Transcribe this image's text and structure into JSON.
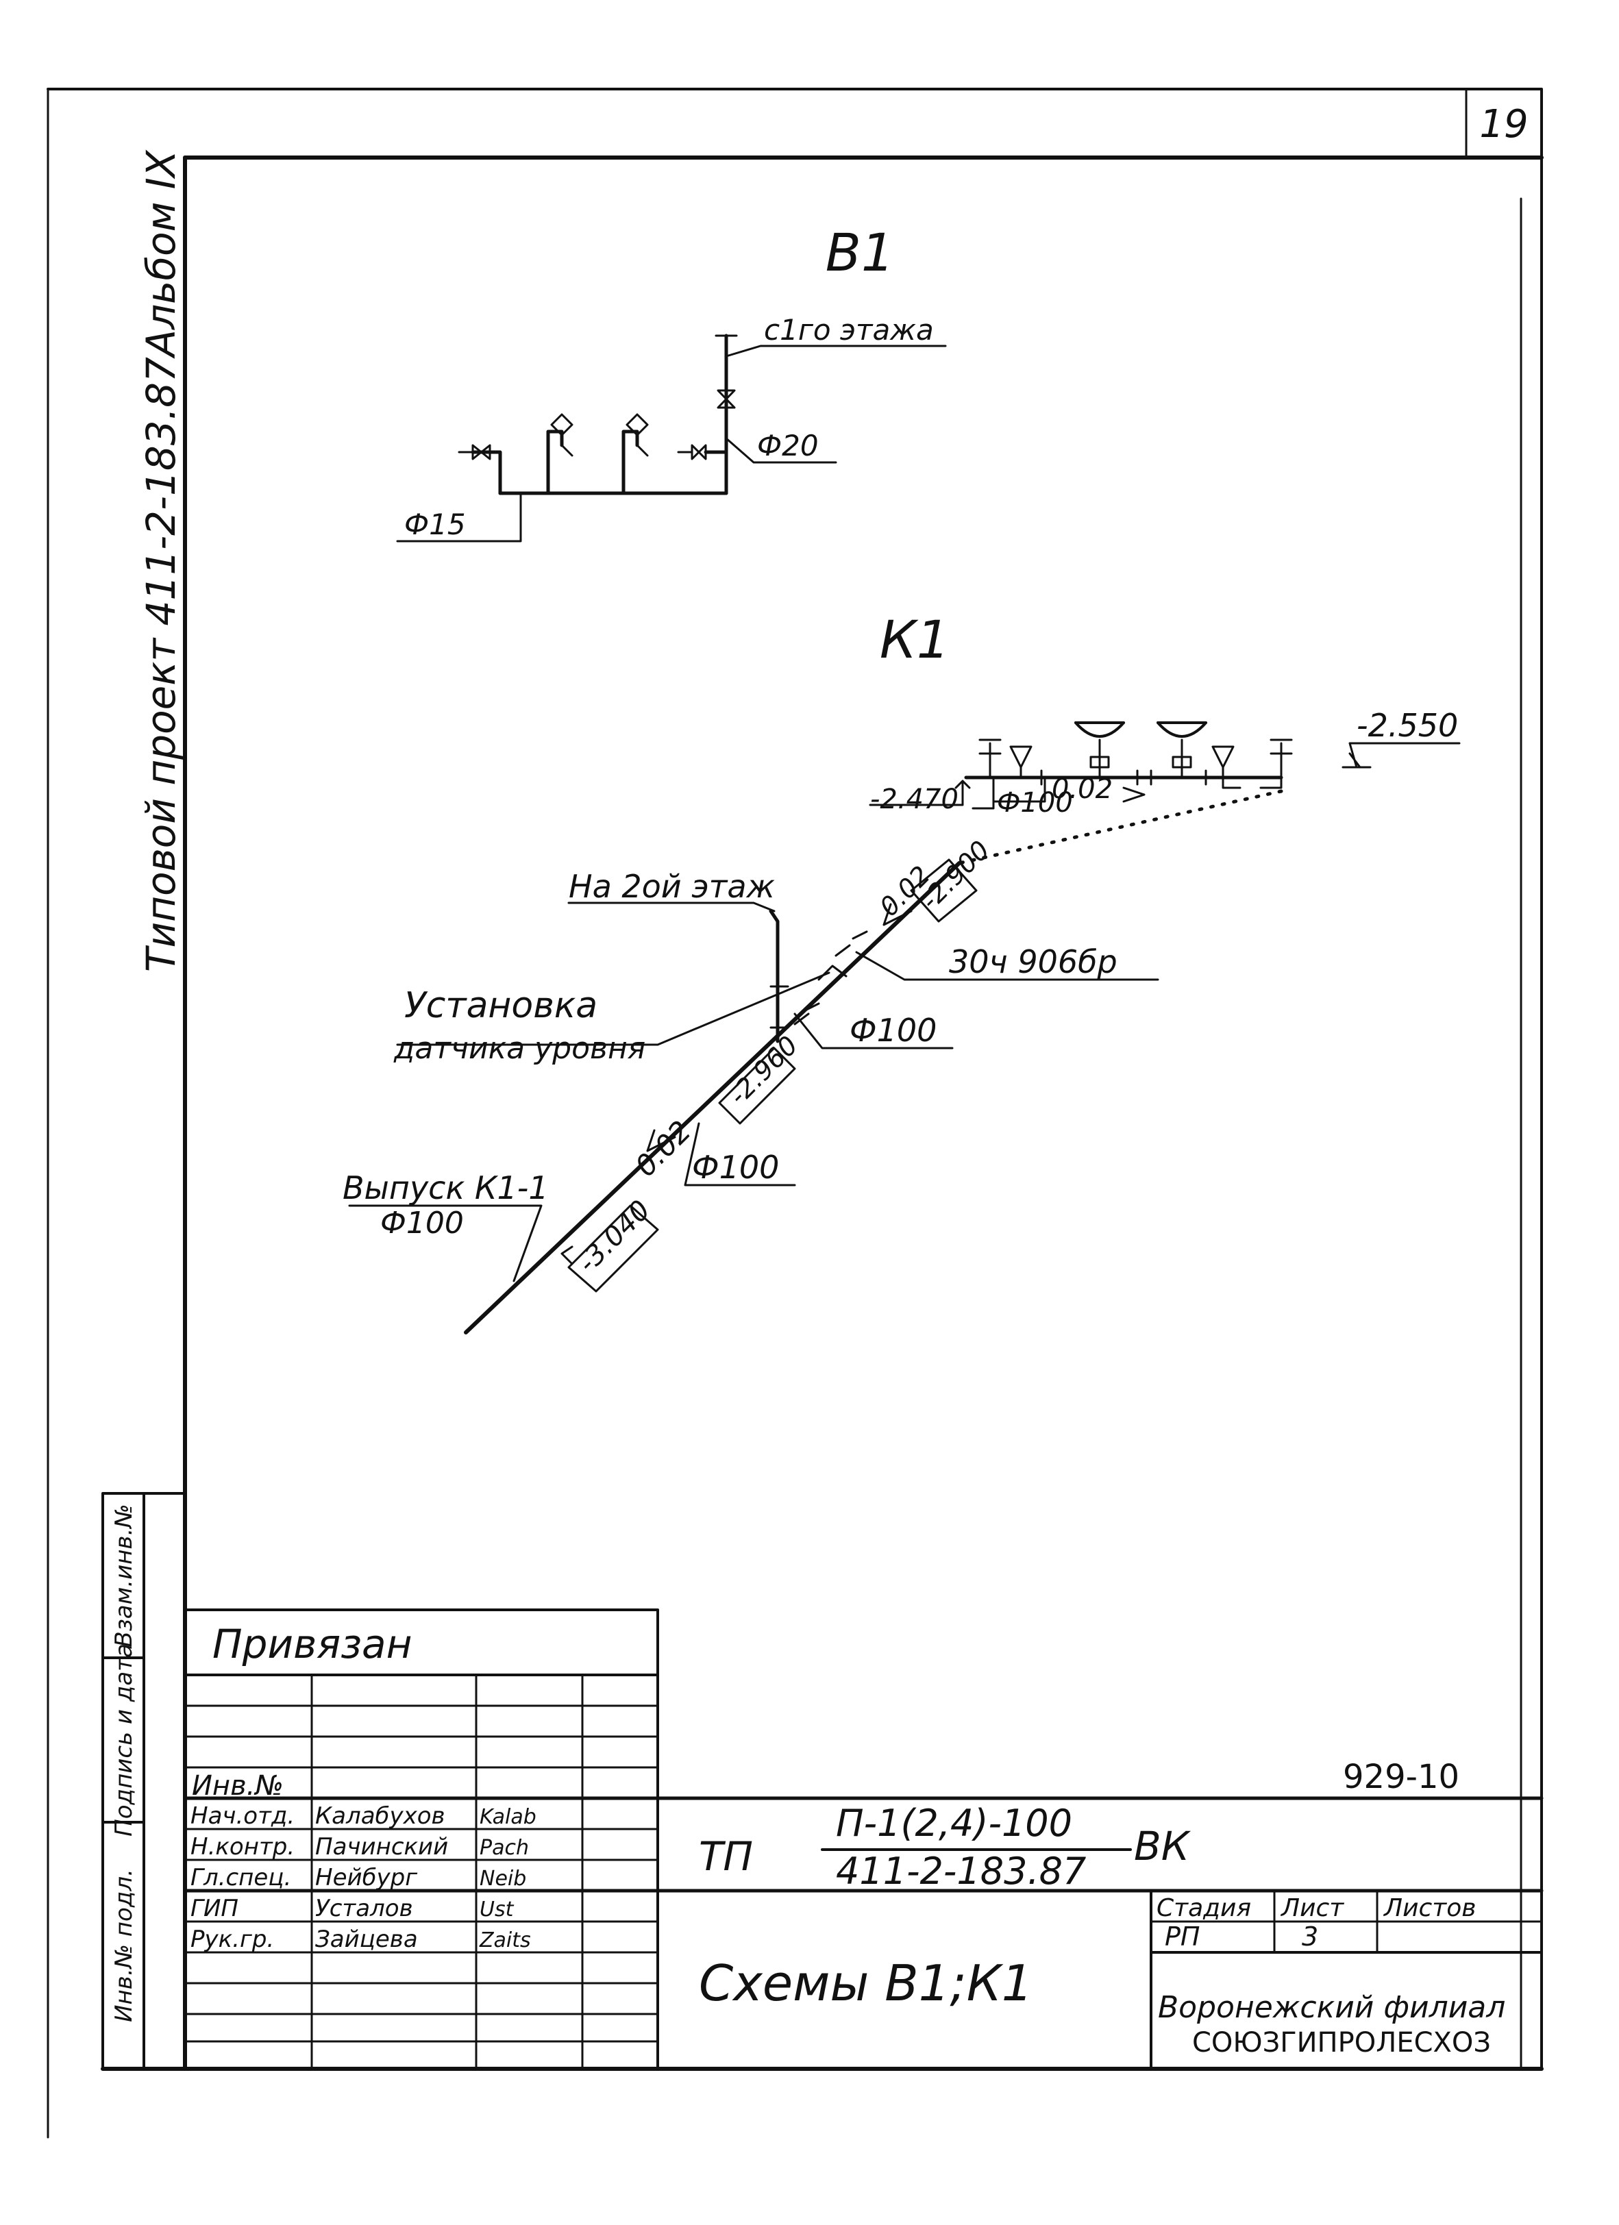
{
  "sheet": {
    "page_number": "19",
    "album": "Альбом IX",
    "project": "Типовой проект 411-2-183.87"
  },
  "scheme_b1": {
    "title": "В1",
    "riser_label": "с1го этажа",
    "pipe_d20": "Ф20",
    "pipe_d15": "Ф15"
  },
  "scheme_k1": {
    "title": "К1",
    "level_left": "-2.470",
    "pipe_main": "Ф100",
    "slope_main": "0.02",
    "level_right": "-2.550",
    "to_second_floor": "На 2ой этаж",
    "sensor_line1": "Установка",
    "sensor_line2": "датчика уровня",
    "slope_upper": "0.02",
    "level_upper": "-2.900",
    "drain_series": "30ч 906бр",
    "pipe_mid": "Ф100",
    "level_mid": "-2.960",
    "slope_lower": "0.02",
    "pipe_lower": "Ф100",
    "outlet_label": "Выпуск К1-1",
    "outlet_pipe": "Ф100",
    "level_outlet": "-3.040"
  },
  "side_stamp": {
    "col1": "Взам.инв.№",
    "col2": "Подпись и дата",
    "col3": "Инв.№ подл."
  },
  "title_block": {
    "privyazan": "Привязан",
    "inv_no": "Инв.№",
    "doc_code": "929-10",
    "people": [
      {
        "role": "Нач.отд.",
        "name": "Калабухов",
        "sign": "Kalab"
      },
      {
        "role": "Н.контр.",
        "name": "Пачинский",
        "sign": "Pach"
      },
      {
        "role": "Гл.спец.",
        "name": "Нейбург",
        "sign": "Neib"
      },
      {
        "role": "ГИП",
        "name": "Усталов",
        "sign": "Ust"
      },
      {
        "role": "Рук.гр.",
        "name": "Зайцева",
        "sign": "Zaits"
      }
    ],
    "tp_prefix": "ТП",
    "tp_numerator": "П-1(2,4)-100",
    "tp_denominator": "411-2-183.87",
    "tp_suffix": "ВК",
    "drawing_title": "Схемы В1;К1",
    "stage_header": "Стадия",
    "sheet_header": "Лист",
    "sheets_header": "Листов",
    "stage_value": "РП",
    "sheet_value": "3",
    "sheets_value": "",
    "org_line1": "Воронежский филиал",
    "org_line2": "СОЮЗГИПРОЛЕСХОЗ"
  }
}
